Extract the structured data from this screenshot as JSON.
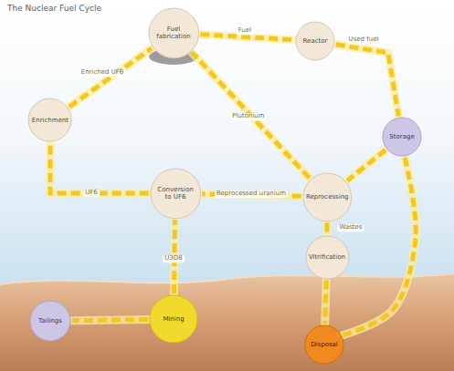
{
  "diagram": {
    "title": "The Nuclear Fuel Cycle",
    "nodes": [
      {
        "text": [
          "Fuel fabrication"
        ]
      },
      {
        "text": [
          "Reactor"
        ]
      },
      {
        "text": [
          "Enrichment"
        ]
      },
      {
        "text": [
          "Storage"
        ]
      },
      {
        "text": [
          "Conversion to UF6"
        ]
      },
      {
        "text": [
          "Reprocessing"
        ]
      },
      {
        "text": [
          "Vitrification"
        ]
      },
      {
        "text": [
          "Tailings"
        ]
      },
      {
        "text": [
          "Mining"
        ]
      },
      {
        "text": [
          "Disposal"
        ]
      }
    ],
    "edges": [
      {
        "from": 8,
        "to": 4,
        "label": "U3O8",
        "arrow": "none"
      },
      {
        "from": 4,
        "to": 2,
        "label": "UF6",
        "arrow": "none"
      },
      {
        "from": 2,
        "to": 0,
        "label": "Enriched UF6",
        "arrow": "none"
      },
      {
        "from": 0,
        "to": 1,
        "label": "Fuel",
        "arrow": "none"
      },
      {
        "from": 1,
        "to": 3,
        "label": "Used fuel",
        "arrow": "none"
      },
      {
        "from": 3,
        "to": 5,
        "arrow": "none"
      },
      {
        "from": 3,
        "to": 9,
        "arrow": "none"
      },
      {
        "from": 5,
        "to": 0,
        "label": "Plutonium",
        "arrow": "none"
      },
      {
        "from": 5,
        "to": 4,
        "label": "Reprocessed uranium",
        "arrow": "none"
      },
      {
        "from": 5,
        "to": 6,
        "label": "Wastes",
        "arrow": "none"
      },
      {
        "from": 6,
        "to": 9,
        "arrow": "none"
      },
      {
        "from": 8,
        "to": 7,
        "arrow": "none"
      }
    ]
  }
}
